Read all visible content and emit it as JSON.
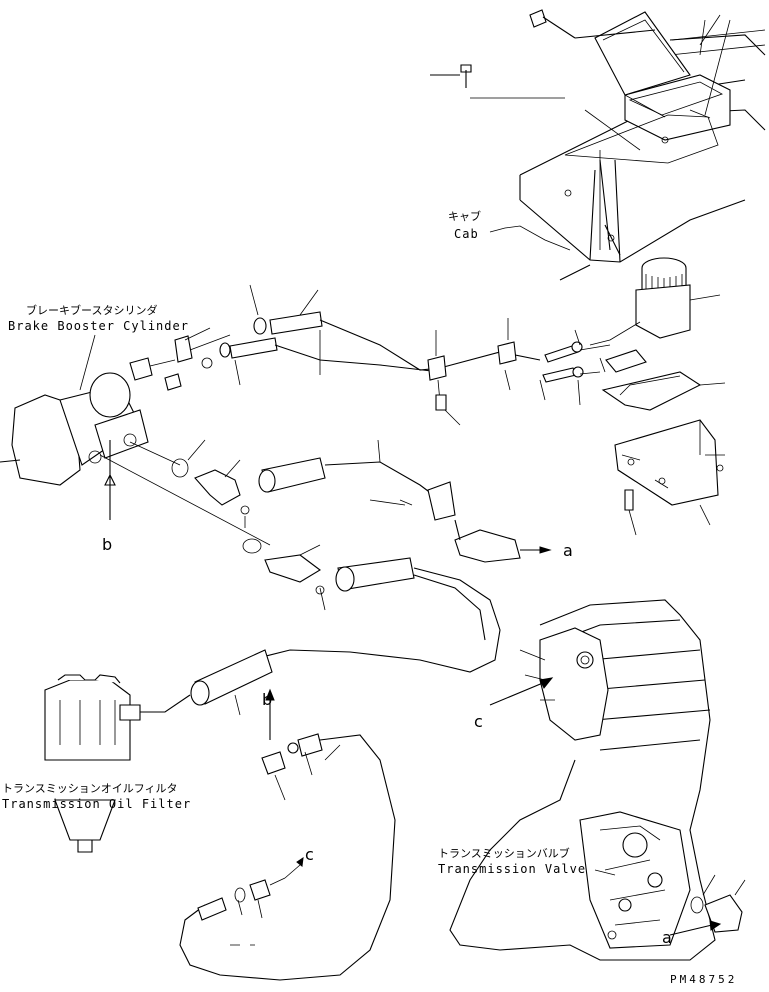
{
  "labels": {
    "brake_booster_jp": "ブレーキブースタシリンダ",
    "brake_booster_en": "Brake Booster Cylinder",
    "cab_jp": "キャブ",
    "cab_en": "Cab",
    "oil_filter_jp": "トランスミッションオイルフィルタ",
    "oil_filter_en": "Transmission Oil Filter",
    "valve_jp": "トランスミッションバルブ",
    "valve_en": "Transmission Valve"
  },
  "references": {
    "a_upper": "a",
    "a_lower": "a",
    "b_upper": "b",
    "b_lower": "b",
    "c_upper": "c",
    "c_lower": "c"
  },
  "drawing_number": "PM48752"
}
